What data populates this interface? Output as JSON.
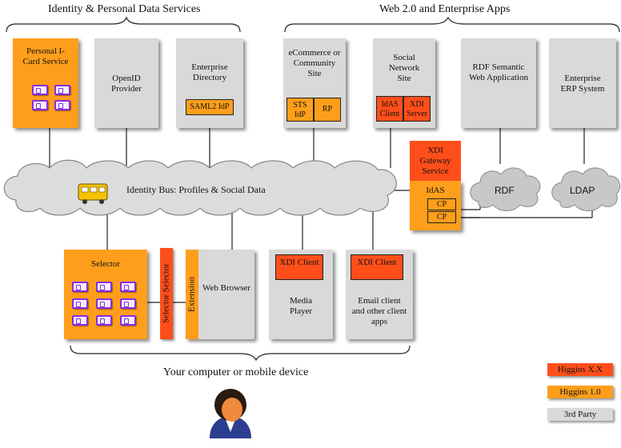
{
  "headers": {
    "identity": "Identity & Personal Data  Services",
    "web20": "Web 2.0 and Enterprise Apps"
  },
  "top_boxes": {
    "personal_icard": "Personal I-Card Service",
    "openid": "OpenID Provider",
    "enterprise_directory": "Enterprise Directory",
    "saml2_idp": "SAML2 IdP",
    "ecommerce": "eCommerce or Community Site",
    "sts_idp": "STS IdP",
    "rp": "RP",
    "social_network": "Social Network Site",
    "idas_client": "IdAS Client",
    "xdi_server": "XDI Server",
    "rdf_app": "RDF Semantic Web Application",
    "erp": "Enterprise ERP System"
  },
  "xdi_gateway": {
    "title": "XDI Gateway Service",
    "idas": "IdAS",
    "cp1": "CP",
    "cp2": "CP"
  },
  "bus": {
    "label": "Identity Bus: Profiles & Social Data"
  },
  "clouds": {
    "rdf": "RDF",
    "ldap": "LDAP"
  },
  "bottom_boxes": {
    "selector": "Selector",
    "selector_selector": "Selector Selector",
    "extension": "Extension",
    "web_browser": "Web Browser",
    "xdi_client_media": "XDI Client",
    "media_player": "Media Player",
    "xdi_client_email": "XDI Client",
    "email_client": "Email  client and other client apps"
  },
  "device_label": "Your computer or mobile device",
  "legend": {
    "higgins_xx": "Higgins X.X",
    "higgins_10": "Higgins 1.0",
    "third_party": "3rd Party"
  },
  "colors": {
    "higgins_xx": "#ff4e1a",
    "higgins_10": "#ff9e1b",
    "third_party": "#d9d9d9",
    "card_outline": "#8a2be2"
  }
}
